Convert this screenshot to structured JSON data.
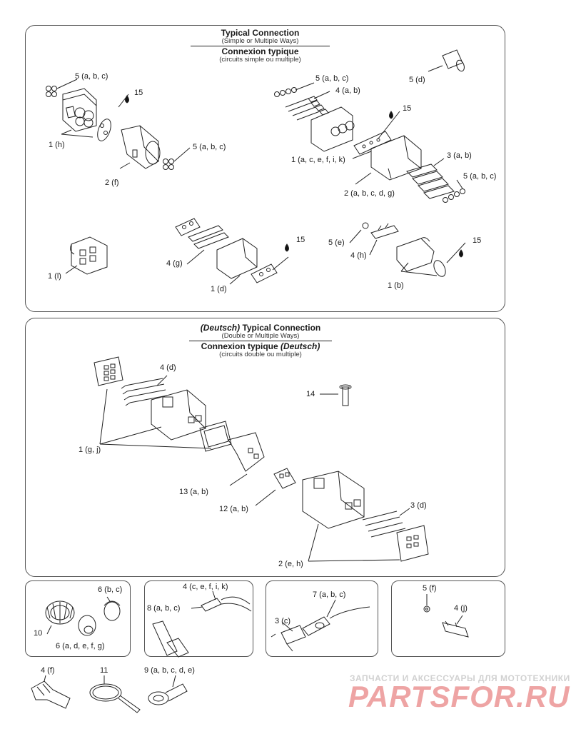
{
  "section1": {
    "title": "Typical Connection",
    "subtitle": "(Simple or Multiple Ways)",
    "title_fr": "Connexion typique",
    "subtitle_fr": "(circuits simple ou multiple)",
    "callouts": {
      "c1": "5 (a, b, c)",
      "c2": "15",
      "c3": "1 (h)",
      "c4": "5 (a, b, c)",
      "c5": "2 (f)",
      "c6": "5 (a, b, c)",
      "c7": "4 (a, b)",
      "c8": "15",
      "c9": "5 (d)",
      "c10": "1 (a, c, e, f, i, k)",
      "c11": "3 (a, b)",
      "c12": "5 (a, b, c)",
      "c13": "2 (a, b, c, d, g)",
      "c14": "1 (l)",
      "c15": "4 (g)",
      "c16": "15",
      "c17": "1 (d)",
      "c18": "5 (e)",
      "c19": "4 (h)",
      "c20": "15",
      "c21": "1 (b)"
    }
  },
  "section2": {
    "title_brand": "(Deutsch)",
    "title": "Typical Connection",
    "subtitle": "(Double or Multiple Ways)",
    "title_fr": "Connexion typique",
    "title_fr_brand": "(Deutsch)",
    "subtitle_fr": "(circuits double ou multiple)",
    "callouts": {
      "d1": "4 (d)",
      "d2": "14",
      "d3": "1 (g, j)",
      "d4": "13 (a, b)",
      "d5": "12 (a, b)",
      "d6": "3 (d)",
      "d7": "2 (e, h)"
    }
  },
  "section3": {
    "callouts": {
      "e1": "6 (b, c)",
      "e2": "10",
      "e3": "6 (a, d, e, f, g)",
      "e4": "4 (c, e, f, i, k)",
      "e5": "8 (a, b, c)",
      "e6": "7 (a, b, c)",
      "e7": "3 (c)",
      "e8": "5 (f)",
      "e9": "4 (j)",
      "e10": "4 (f)",
      "e11": "11",
      "e12": "9 (a, b, c, d, e)"
    }
  },
  "watermark": {
    "line1": "ЗАПЧАСТИ И АКСЕССУАРЫ ДЛЯ МОТОТЕХНИКИ",
    "line2": "PARTSFOR.RU"
  }
}
